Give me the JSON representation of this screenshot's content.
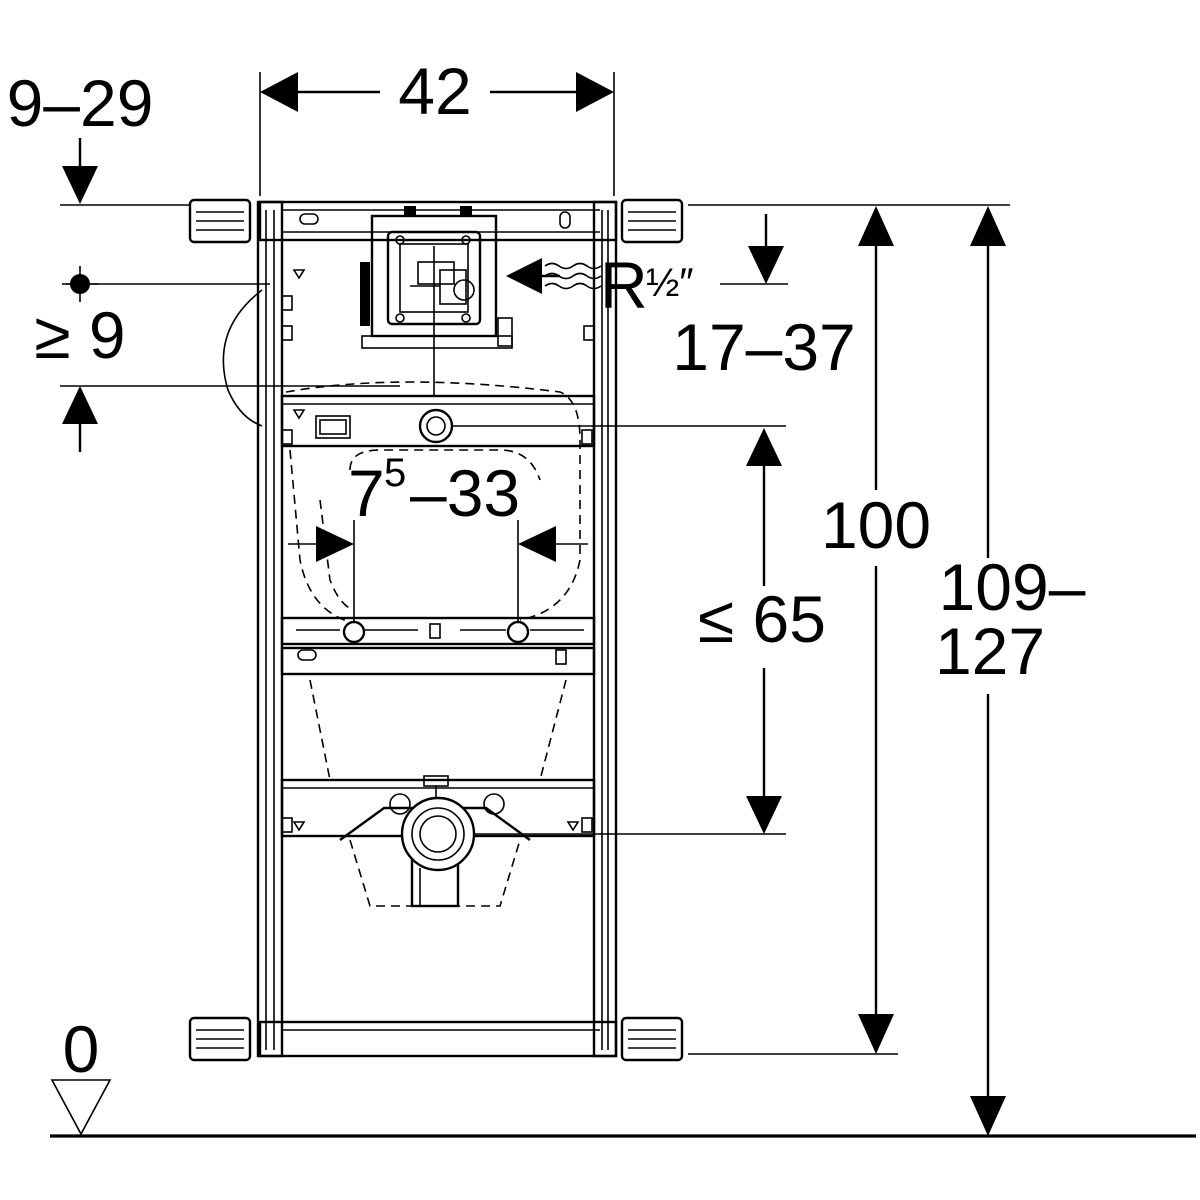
{
  "dimensions": {
    "width": "42",
    "wall_offset": "9–29",
    "min_depth": "≥ 9",
    "thread": "R",
    "thread_fraction": "½″",
    "supply_range": "17–37",
    "spacing_main": "7",
    "spacing_sup": "5",
    "spacing_rest": "–33",
    "max_height": "≤ 65",
    "height": "100",
    "total_line1": "109–",
    "total_line2": "127",
    "floor_level": "0"
  },
  "colors": {
    "line": "#000000",
    "background": "#ffffff"
  }
}
